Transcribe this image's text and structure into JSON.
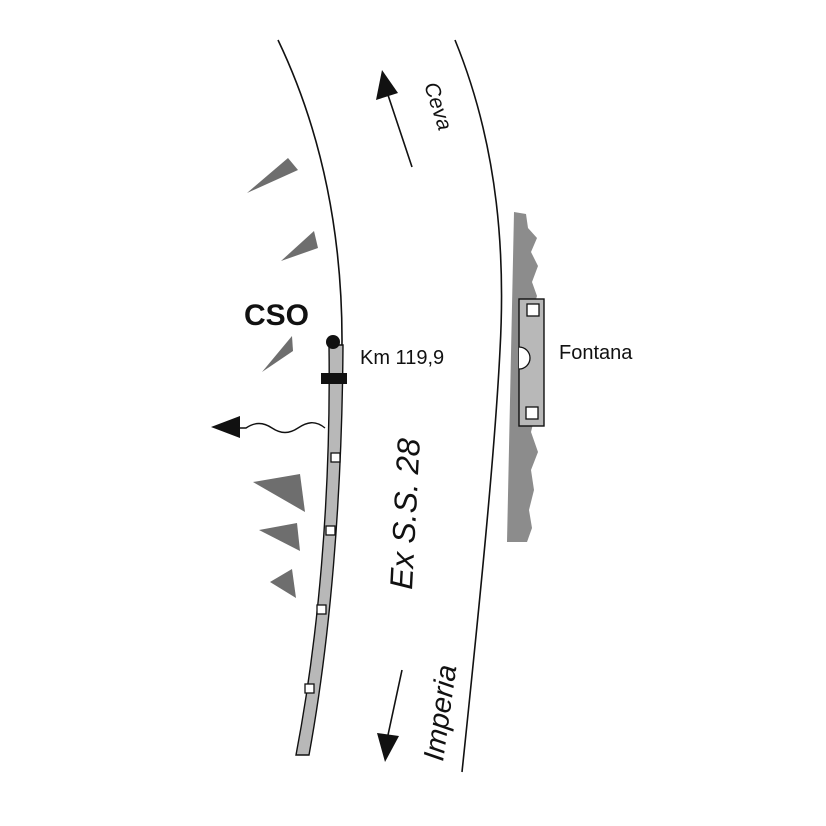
{
  "labels": {
    "cso": "CSO",
    "km": "Km 119,9",
    "fontana": "Fontana",
    "road": "Ex S.S. 28",
    "ceva": "Ceva",
    "imperia": "Imperia"
  },
  "icons": {
    "flow_arrow": "wavy-arrow-left-icon",
    "direction_north": "arrow-up-icon",
    "direction_south": "arrow-down-icon",
    "slope_marks": "slope-hachure-icon"
  },
  "colors": {
    "line": "#111111",
    "channel_fill": "#b8b8b8",
    "fontana_fill": "#8c8c8c",
    "slope_marks": "#6e6e6e"
  }
}
